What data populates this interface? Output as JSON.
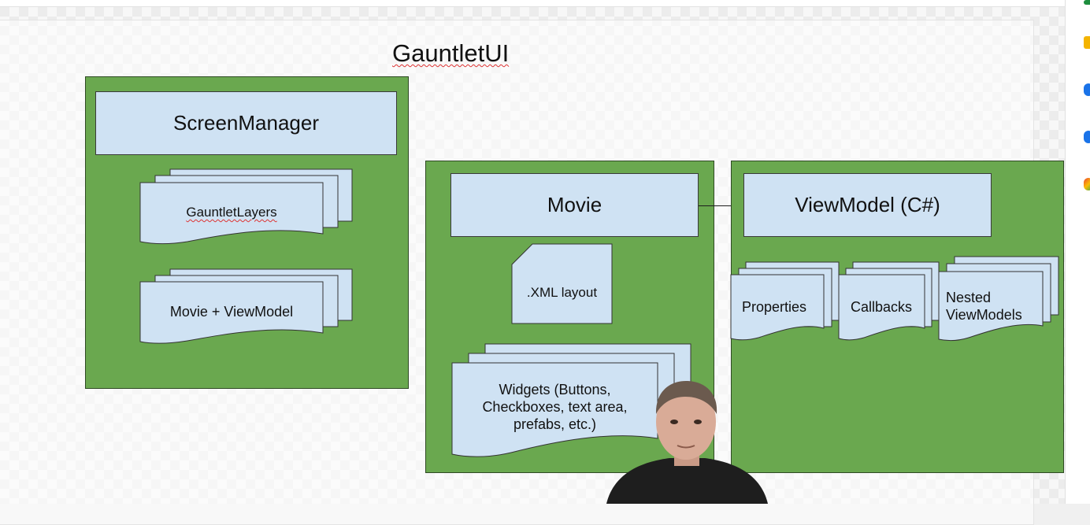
{
  "side_panel": {
    "icons": [
      {
        "name": "green-app-icon",
        "color": "#1e8e3e"
      },
      {
        "name": "yellow-app-icon",
        "color": "#f4b400"
      },
      {
        "name": "blue-circle-icon",
        "color": "#1a73e8"
      },
      {
        "name": "blue-person-icon",
        "color": "#1a73e8"
      },
      {
        "name": "multicolor-app-icon",
        "color": "#ea4335"
      }
    ]
  },
  "slide": {
    "title": "GauntletUI",
    "screen_manager": {
      "header": "ScreenManager",
      "layers_label": "GauntletLayers",
      "movie_viewmodel_label": "Movie + ViewModel"
    },
    "movie": {
      "header": "Movie",
      "xml_label": ".XML layout",
      "widgets_label": "Widgets (Buttons, Checkboxes, text area, prefabs, etc.)"
    },
    "viewmodel": {
      "header": "ViewModel (C#)",
      "properties_label": "Properties",
      "callbacks_label": "Callbacks",
      "nested_label": "Nested ViewModels"
    }
  },
  "colors": {
    "panel_green": "#6aa84f",
    "box_blue": "#cfe2f3"
  }
}
